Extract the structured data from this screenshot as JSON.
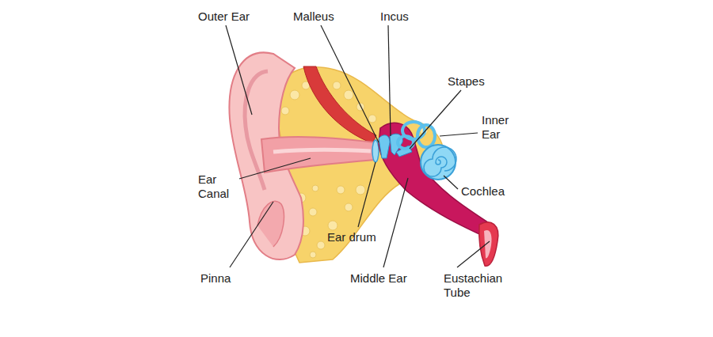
{
  "diagram": {
    "labels": [
      "Outer Ear",
      "Malleus",
      "Incus",
      "Stapes",
      "Inner Ear",
      "Ear Canal",
      "Cochlea",
      "Ear drum",
      "Pinna",
      "Middle Ear",
      "Eustachian Tube"
    ]
  }
}
